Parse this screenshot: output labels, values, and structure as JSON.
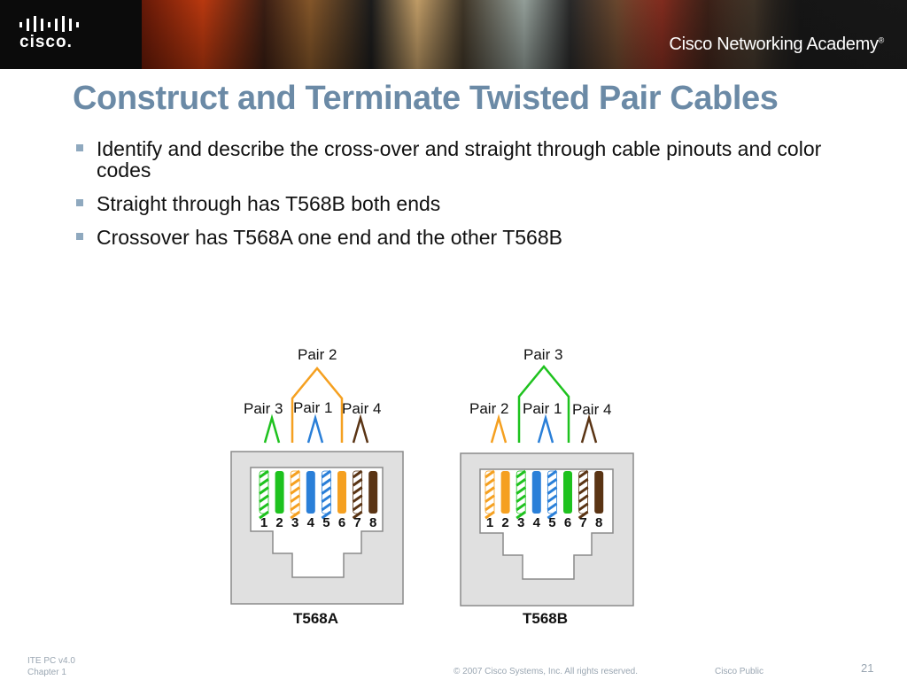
{
  "header": {
    "logo_text": "cisco.",
    "academy_text": "Cisco Networking Academy",
    "trademark": "®"
  },
  "slide": {
    "title": "Construct and Terminate Twisted Pair Cables",
    "bullets": [
      "Identify and describe the cross-over and straight through cable pinouts and color codes",
      "Straight through has T568B both ends",
      "Crossover has T568A one end and the other T568B"
    ]
  },
  "diagram": {
    "left": {
      "standard": "T568A",
      "top_pair": "Pair 2",
      "pair_left": "Pair 3",
      "pair_mid": "Pair 1",
      "pair_right": "Pair 4",
      "pins": [
        "1",
        "2",
        "3",
        "4",
        "5",
        "6",
        "7",
        "8"
      ],
      "wire_colors": [
        "green-white",
        "green",
        "orange-white",
        "blue",
        "blue-white",
        "orange",
        "brown-white",
        "brown"
      ]
    },
    "right": {
      "standard": "T568B",
      "top_pair": "Pair 3",
      "pair_left": "Pair 2",
      "pair_mid": "Pair 1",
      "pair_right": "Pair 4",
      "pins": [
        "1",
        "2",
        "3",
        "4",
        "5",
        "6",
        "7",
        "8"
      ],
      "wire_colors": [
        "orange-white",
        "orange",
        "green-white",
        "blue",
        "blue-white",
        "green",
        "brown-white",
        "brown"
      ]
    },
    "colors": {
      "green": "#1ec21e",
      "orange": "#f5a020",
      "blue": "#2a7fd8",
      "brown": "#5a3414"
    }
  },
  "footer": {
    "course": "ITE PC v4.0",
    "chapter": "Chapter 1",
    "copyright": "© 2007 Cisco Systems, Inc. All rights reserved.",
    "classification": "Cisco Public",
    "page": "21"
  }
}
